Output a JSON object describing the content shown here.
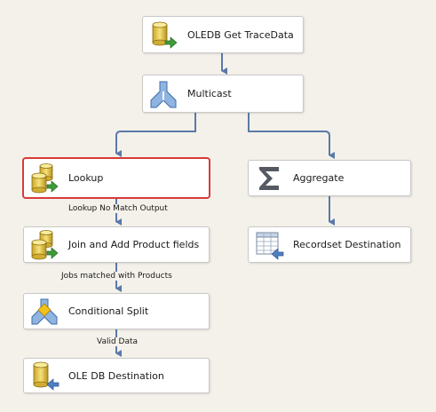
{
  "nodes": {
    "oledb_source": {
      "label": "OLEDB Get TraceData",
      "icon": "database-source-icon"
    },
    "multicast": {
      "label": "Multicast",
      "icon": "multicast-icon"
    },
    "lookup": {
      "label": "Lookup",
      "icon": "lookup-icon",
      "selected": true
    },
    "aggregate": {
      "label": "Aggregate",
      "icon": "sigma-icon"
    },
    "join_product": {
      "label": "Join and Add Product fields",
      "icon": "lookup-icon"
    },
    "recordset_dest": {
      "label": "Recordset Destination",
      "icon": "recordset-icon"
    },
    "conditional_split": {
      "label": "Conditional Split",
      "icon": "conditional-split-icon"
    },
    "oledb_dest": {
      "label": "OLE DB Destination",
      "icon": "database-destination-icon"
    }
  },
  "path_labels": {
    "lookup_to_join": "Lookup No Match Output",
    "join_to_split": "Jobs matched with Products",
    "split_to_dest": "Valid Data"
  },
  "colors": {
    "connector": "#5a79a8",
    "selection": "#d93a3a",
    "canvas": "#f4f1ea"
  }
}
